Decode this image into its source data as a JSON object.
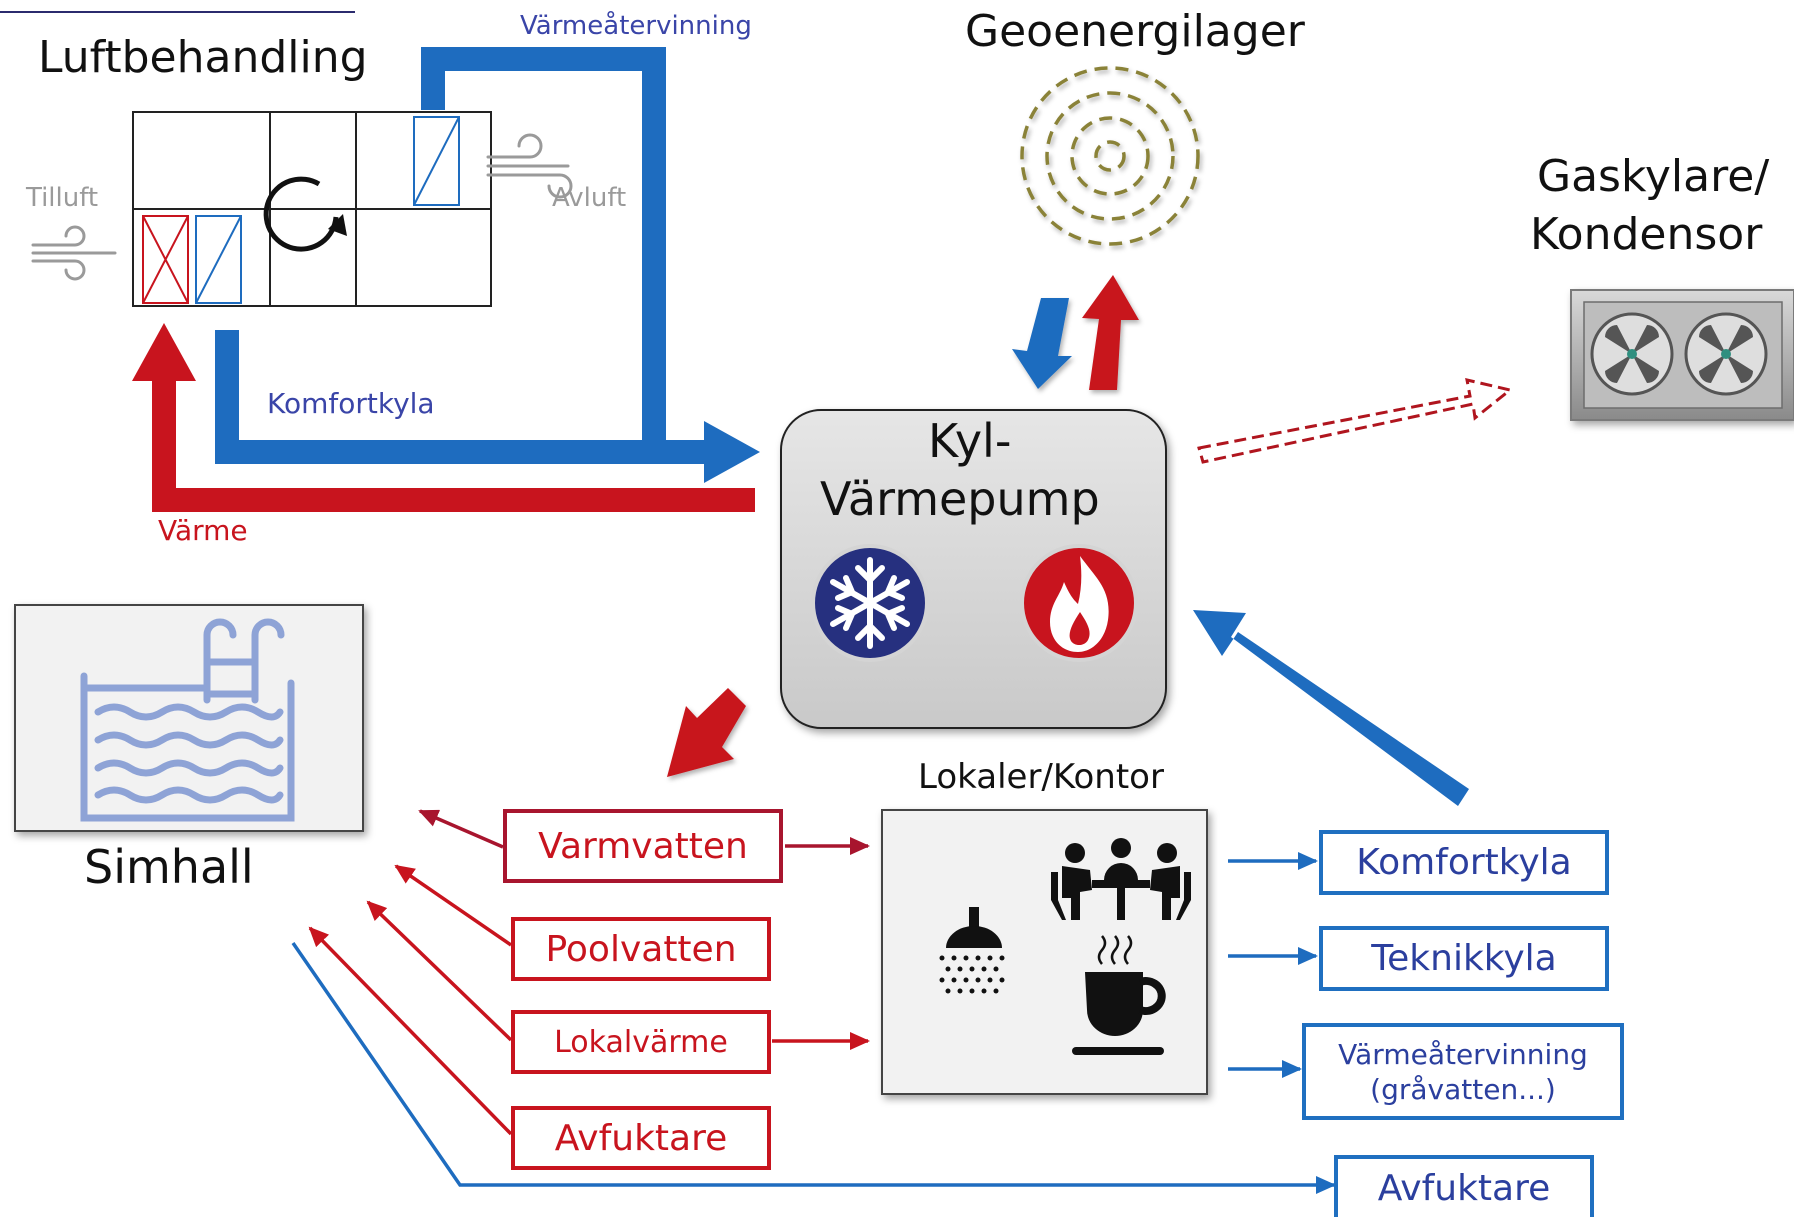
{
  "colors": {
    "red": "#c8141e",
    "dark_red": "#a8152e",
    "blue": "#1e6cbf",
    "label_blue": "#3a45a8",
    "gray": "#9a9a9a",
    "olive": "#8a8238",
    "pool_blue": "#8ea3d6",
    "snow_badge": "#26307f"
  },
  "air_handling": {
    "title": "Luftbehandling",
    "supply_air": "Tilluft",
    "exhaust_air": "Avluft",
    "heat_recovery_label": "Värmeåtervinning",
    "comfort_cooling_label": "Komfortkyla",
    "heating_label": "Värme",
    "icons": [
      "wind-icon",
      "rotary-heat-exchanger-icon",
      "heating-coil",
      "cooling-coil"
    ]
  },
  "geo": {
    "title": "Geoenergilager"
  },
  "gas_cooler": {
    "title_line1": "Gaskylare/",
    "title_line2": "Kondensor"
  },
  "heat_pump": {
    "title_line1": "Kyl-",
    "title_line2": "Värmepump",
    "icons": [
      "snowflake-icon",
      "flame-icon"
    ]
  },
  "pool": {
    "title": "Simhall"
  },
  "offices": {
    "title": "Lokaler/Kontor",
    "icons": [
      "shower-icon",
      "meeting-icon",
      "coffee-cup-icon"
    ]
  },
  "heat_outputs": [
    "Varmvatten",
    "Poolvatten",
    "Lokalvärme",
    "Avfuktare"
  ],
  "cool_outputs": {
    "comfort_cooling": "Komfortkyla",
    "technical_cooling": "Teknikkyla",
    "heat_recovery_line1": "Värmeåtervinning",
    "heat_recovery_line2": "(gråvatten...)",
    "dehumidifier": "Avfuktare"
  }
}
